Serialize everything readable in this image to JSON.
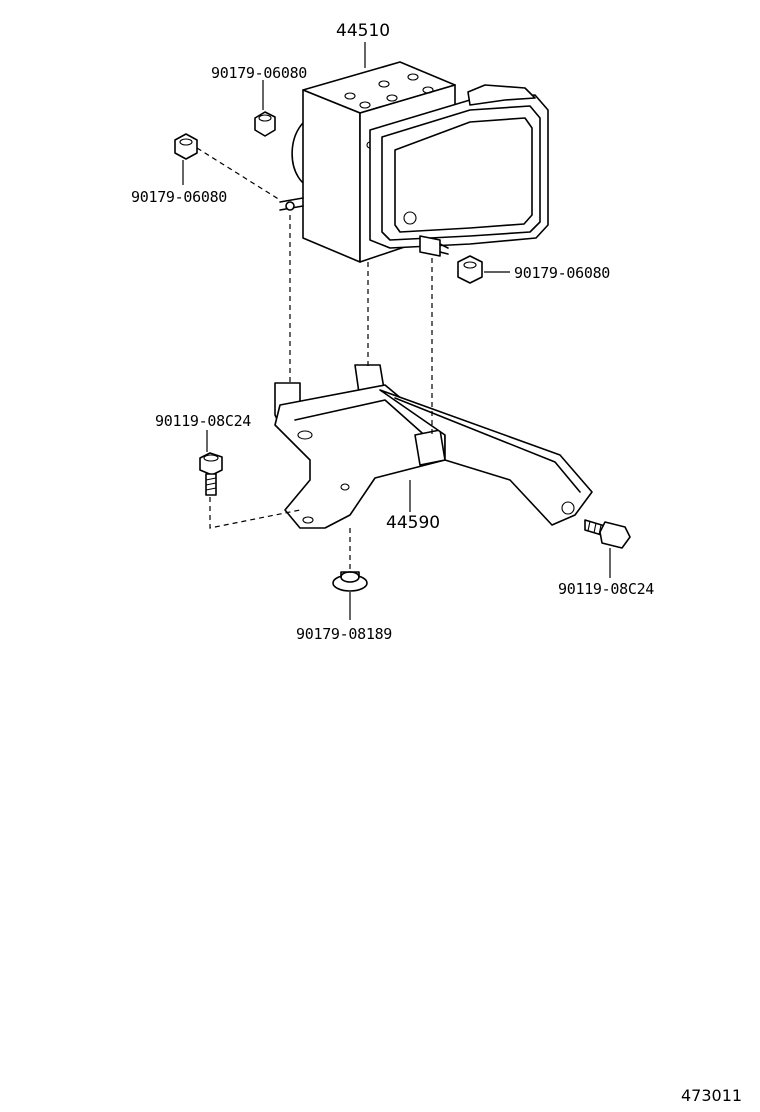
{
  "diagram": {
    "parts": {
      "actuator": "44510",
      "bracket": "44590",
      "nut_top": "90179-06080",
      "nut_left": "90179-06080",
      "nut_right": "90179-06080",
      "bolt_left": "90119-08C24",
      "bolt_right": "90119-08C24",
      "washer_nut_bottom": "90179-08189"
    },
    "reference_number": "473011"
  }
}
